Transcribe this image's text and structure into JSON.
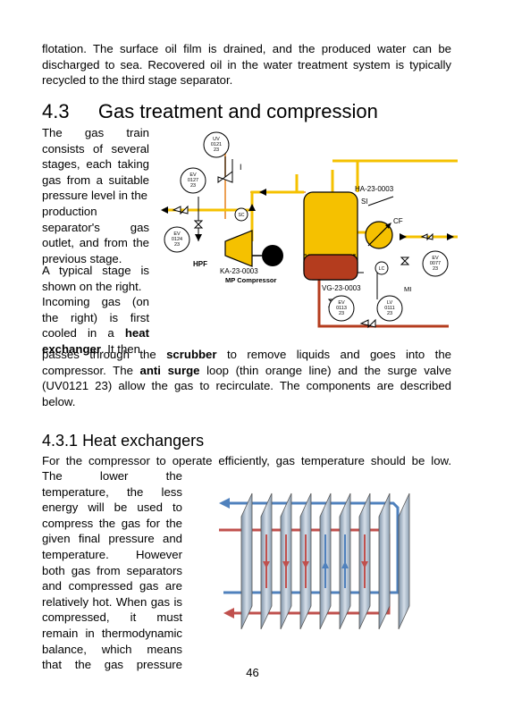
{
  "intro": {
    "line1": "flotation. The surface oil film is drained, and the produced water can be",
    "line2": "discharged to sea. Recovered oil in the water treatment system is typically",
    "line3": "recycled to the third stage separator."
  },
  "section": {
    "number": "4.3",
    "title": "Gas treatment and compression"
  },
  "para1": {
    "lines": [
      "The gas train",
      "consists of several",
      "stages, each taking",
      "gas from a suitable",
      "pressure level in the",
      "production",
      "separator's gas",
      "outlet, and from the",
      "previous stage."
    ]
  },
  "para2": {
    "lines": [
      "A typical stage is",
      "shown on the right.",
      "Incoming gas (on",
      "the right) is first",
      "cooled in a"
    ],
    "bold1": "heat",
    "bold2": "exchanger",
    "after_bold2": ". It then",
    "full_line1_a": "passes through the ",
    "full_line1_bold": "scrubber",
    "full_line1_b": " to remove liquids and goes into the",
    "full_line2_a": "compressor. The ",
    "full_line2_bold": "anti surge",
    "full_line2_b": " loop (thin orange line) and the surge valve",
    "full_line3": "(UV0121 23) allow the gas to recirculate. The components are described",
    "full_line4": "below."
  },
  "diagram": {
    "uv": [
      "UV",
      "0121",
      "23"
    ],
    "ev0127": [
      "EV",
      "0127",
      "23"
    ],
    "ev0124": [
      "EV",
      "0124",
      "23"
    ],
    "ev0077": [
      "EV",
      "0077",
      "23"
    ],
    "ev0113": [
      "EV",
      "0113",
      "23"
    ],
    "lv": [
      "LV",
      "0111",
      "23"
    ],
    "ha": "HA-23-0003",
    "si": "SI",
    "cf": "CF",
    "sc": "SC",
    "lc": "LC",
    "hpf": "HPF",
    "ka": "KA-23-0003",
    "mp": "MP Compressor",
    "vg": "VG-23-0003",
    "mi": "MI",
    "i_mark": "I",
    "colors": {
      "gas": "#f5c100",
      "oil": "#b43c1e",
      "surge": "#e8882a",
      "line": "#000000"
    }
  },
  "subsection": {
    "number": "4.3.1",
    "title": "Heat exchangers"
  },
  "para3": {
    "full_line": "For the compressor to operate efficiently, gas temperature should be low.",
    "lines": [
      "The lower the",
      "temperature, the less",
      "energy will be used to",
      "compress the gas for the",
      "given final pressure and",
      "temperature. However",
      "both gas from separators",
      "and compressed gas are",
      "relatively hot. When gas is",
      "compressed, it must",
      "remain in thermodynamic",
      "balance, which means",
      "that the gas pressure"
    ]
  },
  "exchanger": {
    "colors": {
      "hot": "#c0504d",
      "cold": "#4f81bd",
      "plate": "#a9b8c8"
    }
  },
  "page_number": "46"
}
